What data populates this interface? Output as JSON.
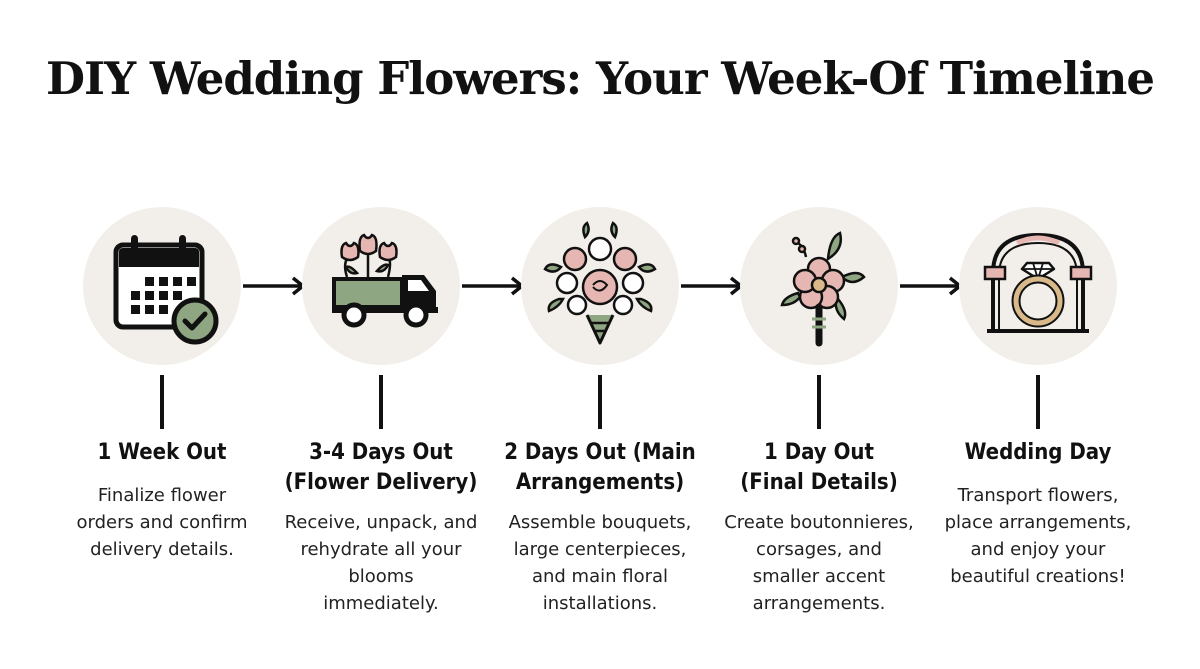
{
  "title": "DIY Wedding Flowers: Your Week-Of Timeline",
  "colors": {
    "circle_bg": "#f2efea",
    "sage": "#8fa682",
    "blush": "#e6b7b2",
    "gold": "#d9b98a",
    "ink": "#111111"
  },
  "steps": [
    {
      "icon": "calendar-check-icon",
      "title": [
        "1 Week Out"
      ],
      "desc": [
        "Finalize flower",
        "orders and confirm",
        "delivery details."
      ]
    },
    {
      "icon": "flower-delivery-truck-icon",
      "title": [
        "3-4 Days Out",
        "(Flower Delivery)"
      ],
      "desc": [
        "Receive, unpack, and",
        "rehydrate all your",
        "blooms",
        "immediately."
      ]
    },
    {
      "icon": "bouquet-icon",
      "title": [
        "2 Days Out (Main",
        "Arrangements)"
      ],
      "desc": [
        "Assemble bouquets,",
        "large centerpieces,",
        "and main floral",
        "installations."
      ]
    },
    {
      "icon": "boutonniere-icon",
      "title": [
        "1 Day Out",
        "(Final Details)"
      ],
      "desc": [
        "Create boutonnieres,",
        "corsages, and",
        "smaller accent",
        "arrangements."
      ]
    },
    {
      "icon": "wedding-ring-arch-icon",
      "title": [
        "Wedding Day"
      ],
      "desc": [
        "Transport flowers,",
        "place arrangements,",
        "and enjoy your",
        "beautiful creations!"
      ]
    }
  ]
}
